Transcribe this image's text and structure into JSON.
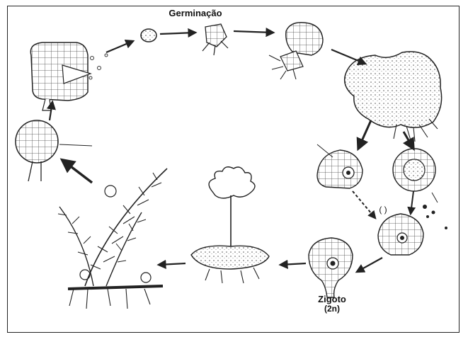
{
  "labels": {
    "germination": "Germinação",
    "zygote": "Zigoto",
    "zygote_ploidy": "(2n)",
    "blank_marker": "( )"
  },
  "colors": {
    "ink": "#222222",
    "paper": "#ffffff"
  }
}
